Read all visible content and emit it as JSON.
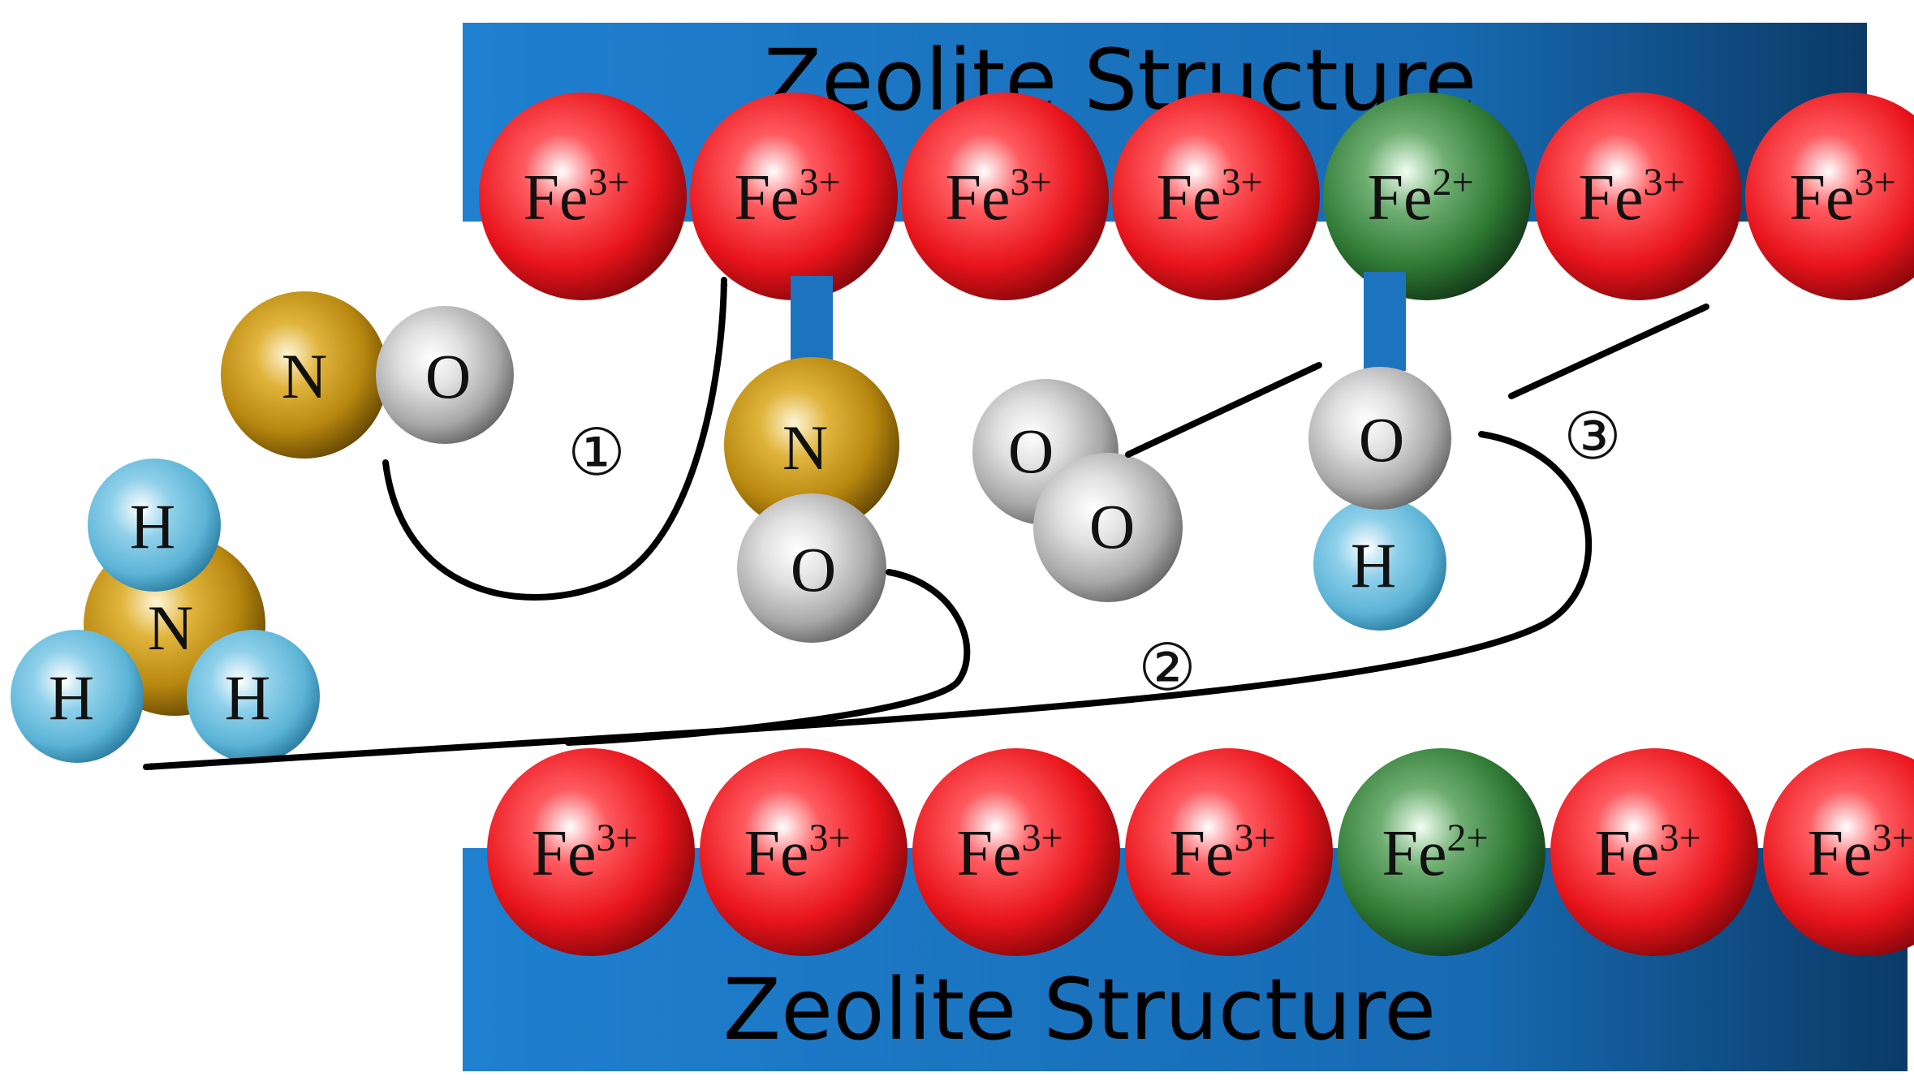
{
  "zeolite": {
    "top_label": "Zeolite Structure",
    "bottom_label": "Zeolite Structure",
    "color_light": "#1f7fcf",
    "color_dark": "#0b3a66"
  },
  "top_row": [
    {
      "element": "Fe",
      "charge": "3+",
      "color": "red"
    },
    {
      "element": "Fe",
      "charge": "3+",
      "color": "red"
    },
    {
      "element": "Fe",
      "charge": "3+",
      "color": "red"
    },
    {
      "element": "Fe",
      "charge": "3+",
      "color": "red"
    },
    {
      "element": "Fe",
      "charge": "2+",
      "color": "green"
    },
    {
      "element": "Fe",
      "charge": "3+",
      "color": "red"
    },
    {
      "element": "Fe",
      "charge": "3+",
      "color": "red"
    }
  ],
  "bottom_row": [
    {
      "element": "Fe",
      "charge": "3+",
      "color": "red"
    },
    {
      "element": "Fe",
      "charge": "3+",
      "color": "red"
    },
    {
      "element": "Fe",
      "charge": "3+",
      "color": "red"
    },
    {
      "element": "Fe",
      "charge": "3+",
      "color": "red"
    },
    {
      "element": "Fe",
      "charge": "2+",
      "color": "green"
    },
    {
      "element": "Fe",
      "charge": "3+",
      "color": "red"
    },
    {
      "element": "Fe",
      "charge": "3+",
      "color": "red"
    }
  ],
  "free_no": {
    "n": "N",
    "o": "O"
  },
  "ammonia": {
    "n": "N",
    "h1": "H",
    "h2": "H",
    "h3": "H"
  },
  "adsorbed_no": {
    "n": "N",
    "o": "O"
  },
  "oxygen_molecule": {
    "o1": "O",
    "o2": "O"
  },
  "hydroxyl": {
    "o": "O",
    "h": "H"
  },
  "steps": {
    "step1": "①",
    "step2": "②",
    "step3": "③"
  },
  "colors": {
    "fe3": "#e8141b",
    "fe2": "#2f7a35",
    "nitrogen": "#b8870f",
    "oxygen": "#b5b5b5",
    "hydrogen": "#5cb4d6",
    "bond": "#1e73be"
  }
}
